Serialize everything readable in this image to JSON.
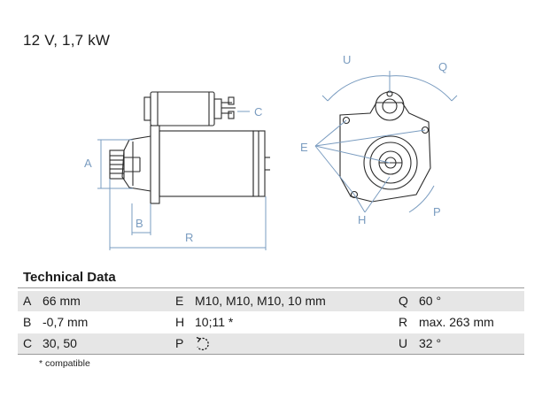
{
  "spec": {
    "title": "12 V, 1,7 kW"
  },
  "drawing": {
    "line_color": "#7a9cc0",
    "labels": {
      "a": "A",
      "b": "B",
      "c": "C",
      "r": "R",
      "e": "E",
      "h": "H",
      "u": "U",
      "q": "Q",
      "p": "P"
    }
  },
  "tech": {
    "title": "Technical Data",
    "rows": [
      [
        {
          "label": "A",
          "value": "66 mm"
        },
        {
          "label": "E",
          "value": "M10, M10, M10, 10 mm"
        },
        {
          "label": "Q",
          "value": "60 °"
        }
      ],
      [
        {
          "label": "B",
          "value": "-0,7 mm"
        },
        {
          "label": "H",
          "value": "10;11 *"
        },
        {
          "label": "R",
          "value": "max. 263 mm"
        }
      ],
      [
        {
          "label": "C",
          "value": "30, 50"
        },
        {
          "label": "P",
          "value": "",
          "icon": "rotation-counterclockwise-icon"
        },
        {
          "label": "U",
          "value": "32 °"
        }
      ]
    ],
    "footnote": "* compatible"
  }
}
